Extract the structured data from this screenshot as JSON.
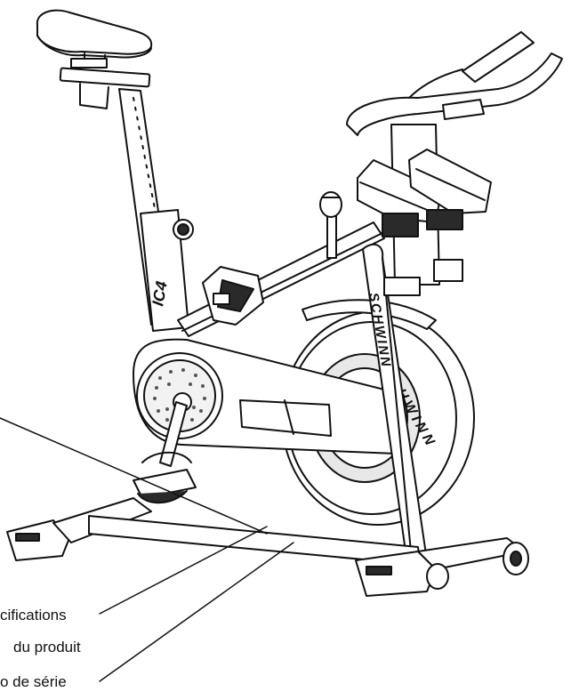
{
  "callouts": [
    {
      "id": "specs",
      "text": "cifications"
    },
    {
      "id": "product",
      "text": "du produit"
    },
    {
      "id": "serial",
      "text": "o de série"
    }
  ],
  "branding": {
    "model_label": "IC4",
    "brand_label": "SCHWINN",
    "flywheel_label": "SCHWINN"
  },
  "colors": {
    "line": "#111111",
    "fill": "#ffffff",
    "shade": "#d8d8d8",
    "dark": "#2a2a2a"
  }
}
